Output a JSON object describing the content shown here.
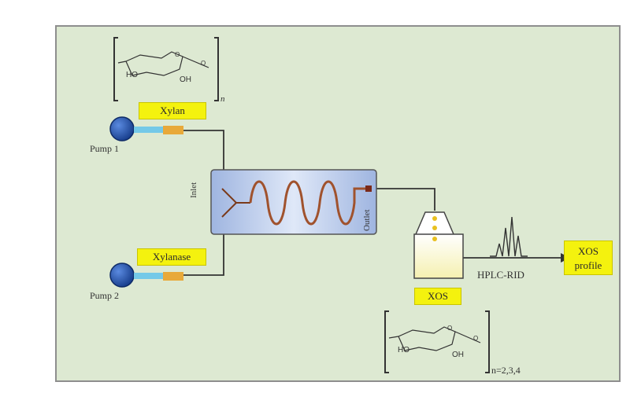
{
  "labels": {
    "xylan": "Xylan",
    "xylanase": "Xylanase",
    "pump1": "Pump 1",
    "pump2": "Pump 2",
    "inlet": "Inlet",
    "outlet": "Outlet",
    "xos": "XOS",
    "hplc": "HPLC-RID",
    "xos_profile_line1": "XOS",
    "xos_profile_line2": "profile",
    "subscript_n": "n",
    "subscript_range": "n=2,3,4",
    "ho1": "HO",
    "oh1": "OH",
    "ho2": "HO",
    "oh2": "OH"
  },
  "colors": {
    "panel_bg": "#dde9d2",
    "label_yellow": "#f4f20e",
    "pump_blue": "#1f4fa8",
    "coil": "#a0522d",
    "reactor_blue": "#b8c9e8"
  },
  "icons": [
    "pump-icon",
    "reactor-coil-icon",
    "collection-vessel-icon",
    "hplc-peaks-icon",
    "sugar-ring-icon"
  ]
}
